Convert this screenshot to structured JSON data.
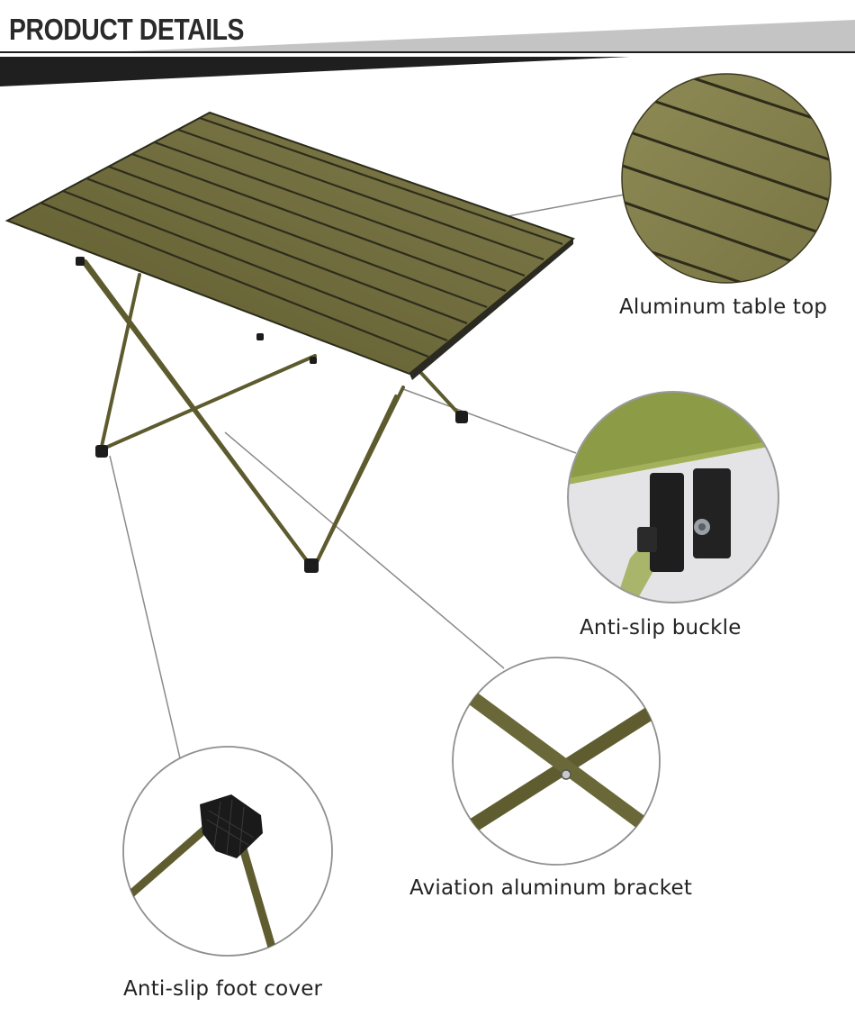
{
  "header": {
    "title": "PRODUCT DETAILS"
  },
  "colors": {
    "table_green": "#76733f",
    "table_green_dark": "#5f5c30",
    "frame": "#6b6a38",
    "header_gray": "#c4c4c4",
    "header_black": "#1f1f1f",
    "leader_line": "#8a8a8a"
  },
  "features": [
    {
      "id": "table-top",
      "label": "Aluminum table top"
    },
    {
      "id": "buckle",
      "label": "Anti-slip buckle"
    },
    {
      "id": "bracket",
      "label": "Aviation aluminum bracket"
    },
    {
      "id": "foot-cover",
      "label": "Anti-slip foot cover"
    }
  ]
}
